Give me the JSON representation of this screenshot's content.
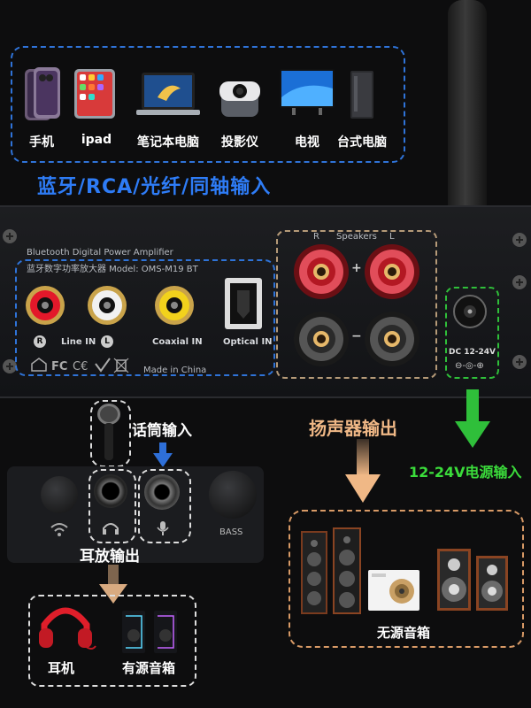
{
  "sources": {
    "devices": [
      {
        "label": "手机",
        "icon": "smartphone-icon"
      },
      {
        "label": "ipad",
        "icon": "tablet-icon"
      },
      {
        "label": "笔记本电脑",
        "icon": "laptop-icon"
      },
      {
        "label": "投影仪",
        "icon": "projector-icon"
      },
      {
        "label": "电视",
        "icon": "tv-icon"
      },
      {
        "label": "台式电脑",
        "icon": "desktop-pc-icon"
      }
    ],
    "headline": "蓝牙/RCA/光纤/同轴输入"
  },
  "amplifier": {
    "title_en": "Bluetooth Digital Power Amplifier",
    "title_cn": "蓝牙数字功率放大器 Model: OMS-M19 BT",
    "ports": {
      "r_mark": "R",
      "line_in": "Line IN",
      "l_mark": "L",
      "coaxial_in": "Coaxial IN",
      "optical_in": "Optical IN"
    },
    "made_in": "Made in China",
    "speakers": {
      "label": "Speakers",
      "r": "R",
      "l": "L",
      "plus": "+",
      "minus": "−"
    },
    "dc_label": "DC 12-24V"
  },
  "callouts": {
    "mic_input": "话筒输入",
    "speaker_output": "扬声器输出",
    "power_input": "12-24V电源输入",
    "headphone_output": "耳放输出"
  },
  "front_panel": {
    "bass_label": "BASS"
  },
  "outputs": {
    "headphones": "耳机",
    "active_speakers": "有源音箱",
    "passive_speakers": "无源音箱"
  },
  "colors": {
    "blue_accent": "#2e7cf6",
    "orange_accent": "#f0b886",
    "green_accent": "#3bdc3b"
  }
}
